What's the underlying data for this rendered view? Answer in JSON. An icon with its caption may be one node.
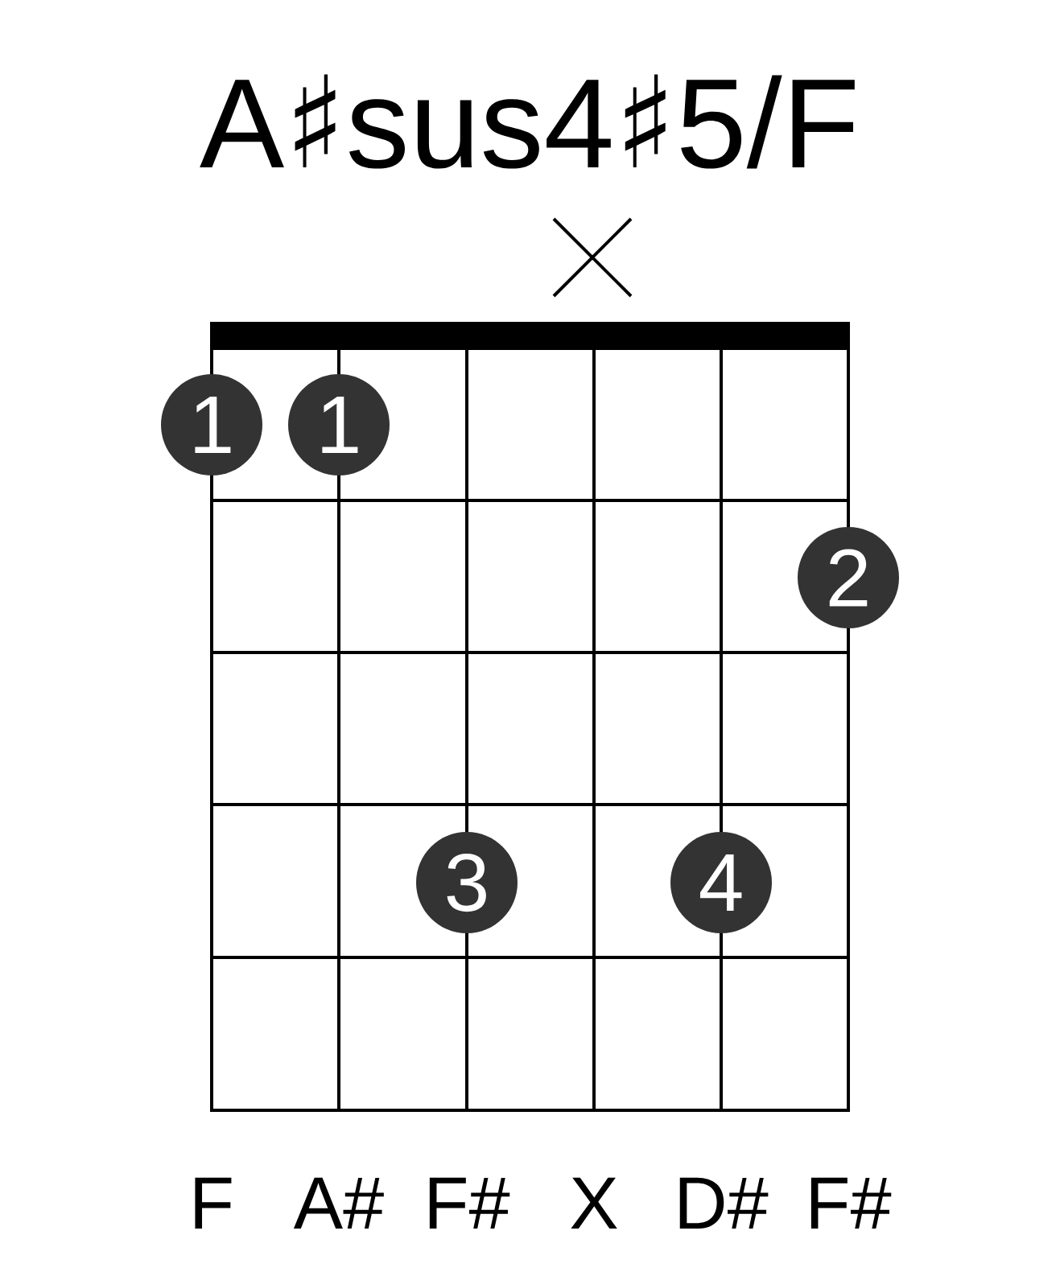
{
  "diagram": {
    "title": "A♯sus4♯5/F",
    "nodes": [
      {
        "text": [
          "1"
        ]
      },
      {
        "text": [
          "1"
        ]
      },
      {
        "text": [
          "2"
        ]
      },
      {
        "text": [
          "3"
        ]
      },
      {
        "text": [
          "4"
        ]
      }
    ],
    "labels": [
      "F",
      "A#",
      "F#",
      "X",
      "D#",
      "F#"
    ]
  }
}
